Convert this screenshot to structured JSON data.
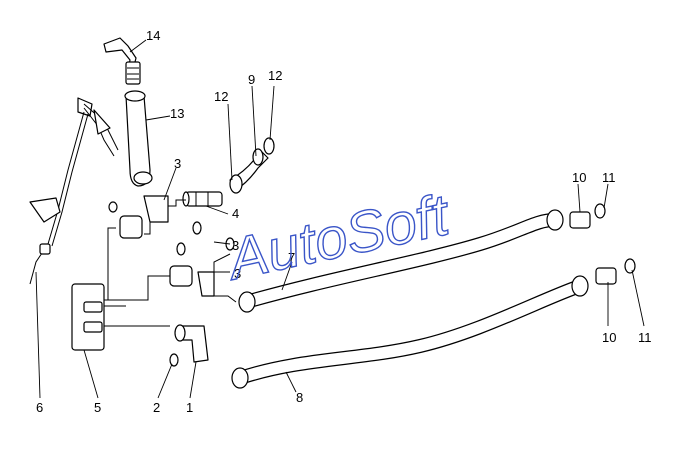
{
  "diagram": {
    "part_labels": [
      "14",
      "13",
      "12",
      "9",
      "12",
      "3",
      "4",
      "3",
      "3",
      "7",
      "10",
      "11",
      "10",
      "11",
      "6",
      "5",
      "2",
      "1",
      "8"
    ]
  },
  "watermark": {
    "text": "AutoSoft",
    "color": "#3a55c8"
  }
}
